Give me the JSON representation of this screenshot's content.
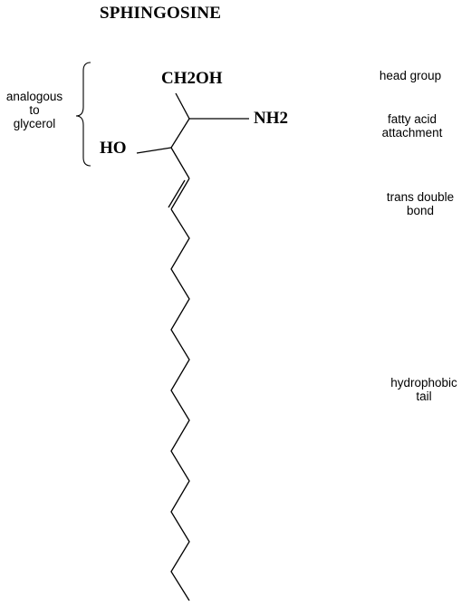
{
  "title": "SPHINGOSINE",
  "groups": {
    "head": "CH2OH",
    "amine": "NH2",
    "hydroxyl": "HO"
  },
  "annotations": {
    "analogous": [
      "analogous",
      "to",
      "glycerol"
    ],
    "head_group": [
      "head group"
    ],
    "fatty_acid": [
      "fatty acid",
      "attachment"
    ],
    "trans_double_bond": [
      "trans double",
      "bond"
    ],
    "hydrophobic_tail": [
      "hydrophobic",
      "tail"
    ]
  }
}
